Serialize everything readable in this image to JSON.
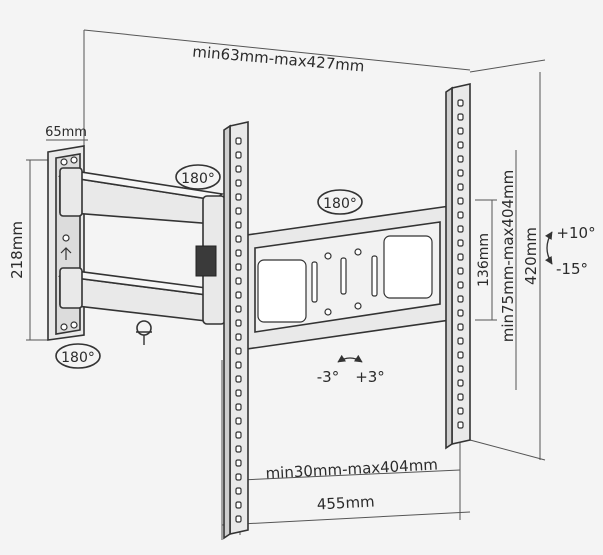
{
  "dimensions": {
    "top_range": "min63mm-max427mm",
    "wall_plate_width": "65mm",
    "wall_plate_height": "218mm",
    "rail_spacing": "min75mm-max404mm",
    "inner_height": "136mm",
    "total_height": "420mm",
    "bottom_range": "min30mm-max404mm",
    "total_width": "455mm"
  },
  "rotations": {
    "swivel_arm": "180°",
    "swivel_center": "180°",
    "swivel_wall": "180°"
  },
  "tilt": {
    "up": "+10°",
    "down": "-15°"
  },
  "level": {
    "minus": "-3°",
    "plus": "+3°"
  }
}
